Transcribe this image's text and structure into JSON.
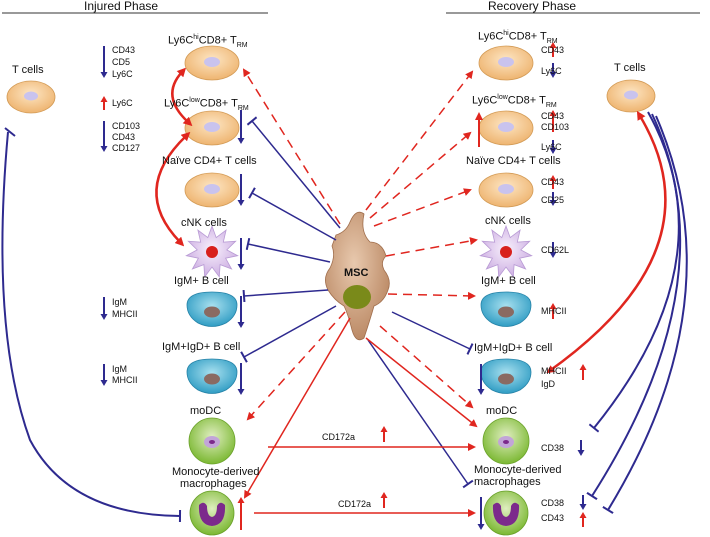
{
  "phases": {
    "left": "Injured Phase",
    "right": "Recovery Phase"
  },
  "center": {
    "label": "MSC"
  },
  "labels": {
    "t_cells_left": "T cells",
    "t_cells_right": "T cells",
    "l_ly6chi": "Ly6C",
    "l_ly6chi_sup": "hi",
    "l_ly6chi_rest": "CD8+ T",
    "l_ly6chi_sub": "RM",
    "l_ly6clow": "Ly6C",
    "l_ly6clow_sup": "low",
    "l_ly6clow_rest": "CD8+ T",
    "l_ly6clow_sub": "RM",
    "l_naive": "Naïve CD4+ T cells",
    "l_cnk": "cNK cells",
    "l_igm": "IgM+ B cell",
    "l_igmigd": "IgM+IgD+ B cell",
    "l_modc": "moDC",
    "l_mono1": "Monocyte-derived",
    "l_mono2": "macrophages",
    "r_ly6chi": "Ly6C",
    "r_ly6chi_sup": "hi",
    "r_ly6chi_rest": "CD8+ T",
    "r_ly6chi_sub": "RM",
    "r_ly6clow": "Ly6C",
    "r_ly6clow_sup": "low",
    "r_ly6clow_rest": "CD8+ T",
    "r_ly6clow_sub": "RM",
    "r_naive": "Naïve CD4+ T cells",
    "r_cnk": "cNK cells",
    "r_igm": "IgM+ B cell",
    "r_igmigd": "IgM+IgD+ B cell",
    "r_modc": "moDC",
    "r_mono1": "Monocyte-derived",
    "r_mono2": "macrophages"
  },
  "cd172a": "CD172a",
  "markers": {
    "tcell_left_1": "CD43",
    "tcell_left_2": "CD5",
    "tcell_left_3": "Ly6C",
    "tcell_left_4": "Ly6C",
    "tcell_left_5": "CD103",
    "tcell_left_6": "CD43",
    "tcell_left_7": "CD127",
    "igm_left_1": "IgM",
    "igm_left_2": "MHCII",
    "igmigd_left_1": "IgM",
    "igmigd_left_2": "MHCII",
    "r_ly6chi_1": "CD43",
    "r_ly6chi_2": "Ly6C",
    "r_ly6clow_1": "CD43",
    "r_ly6clow_2": "CD103",
    "r_ly6clow_3": "Ly6C",
    "r_naive_1": "CD43",
    "r_naive_2": "CD25",
    "r_cnk_1": "CD62L",
    "r_igm_1": "MHCII",
    "r_igmigd_1": "MHCII",
    "r_igmigd_2": "IgD",
    "r_modc_1": "CD38",
    "r_mono_1": "CD38",
    "r_mono_2": "CD43"
  },
  "colors": {
    "up": "#e0261f",
    "down": "#2e2a8f",
    "tcell_fill": "#f2c48d",
    "tcell_nucleus": "#c9c3ee",
    "nk_fill": "#ddc8ec",
    "nk_nucleus": "#d8201c",
    "bcell_fill": "#4fb3d3",
    "bcell_nucleus": "#8a6a62",
    "modc_fill": "#8cc63f",
    "modc_nucleus": "#c2a5d8",
    "macro_nucleus": "#7c2a8c",
    "msc_fill": "#c89a78",
    "msc_nucleus": "#7a8a1a"
  }
}
